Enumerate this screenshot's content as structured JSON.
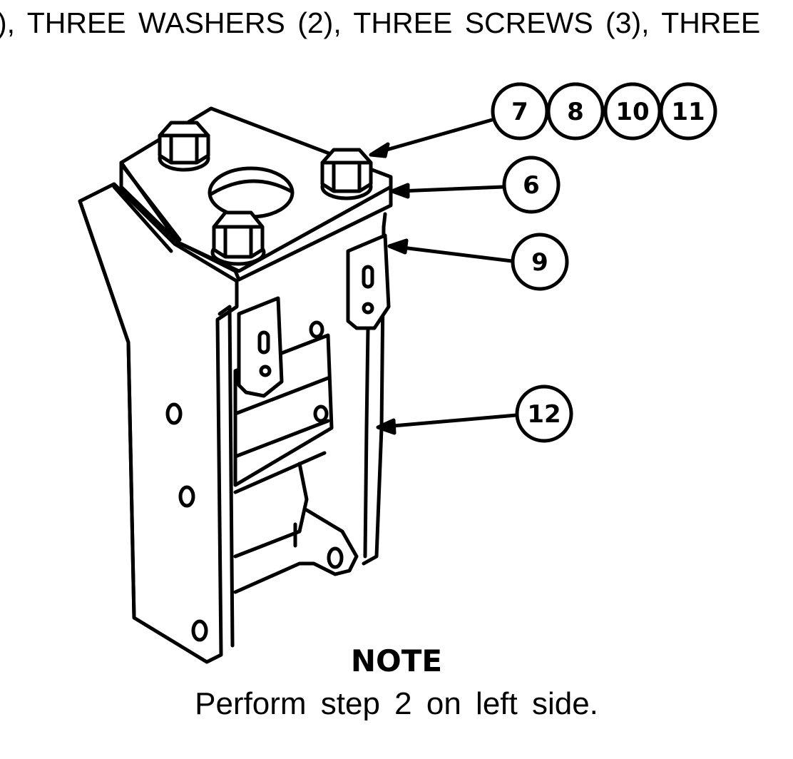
{
  "header": {
    "text": "), THREE WASHERS (2), THREE SCREWS (3), THREE"
  },
  "figure": {
    "callouts": [
      {
        "label": "7"
      },
      {
        "label": "8"
      },
      {
        "label": "10"
      },
      {
        "label": "11"
      },
      {
        "label": "6"
      },
      {
        "label": "9"
      },
      {
        "label": "12"
      }
    ]
  },
  "note": {
    "heading": "NOTE",
    "text": "Perform step 2 on left side."
  }
}
